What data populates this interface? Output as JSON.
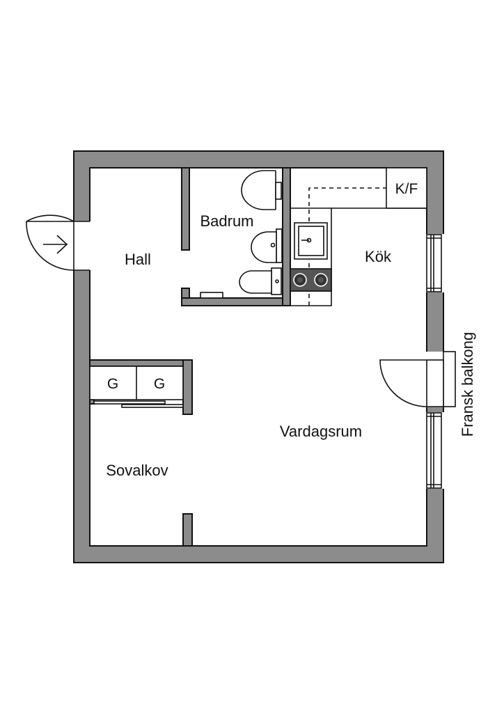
{
  "plan": {
    "rooms": {
      "hall": "Hall",
      "badrum": "Badrum",
      "kok": "Kök",
      "vardagsrum": "Vardagsrum",
      "sovalkov": "Sovalkov"
    },
    "fixtures": {
      "fridge_freezer": "K/F",
      "wardrobe_left": "G",
      "wardrobe_right": "G"
    },
    "balcony_label": "Fransk balkong",
    "colors": {
      "wall_fill": "#8c8c8c",
      "line": "#111111",
      "stove": "#555555",
      "background": "#ffffff"
    }
  }
}
